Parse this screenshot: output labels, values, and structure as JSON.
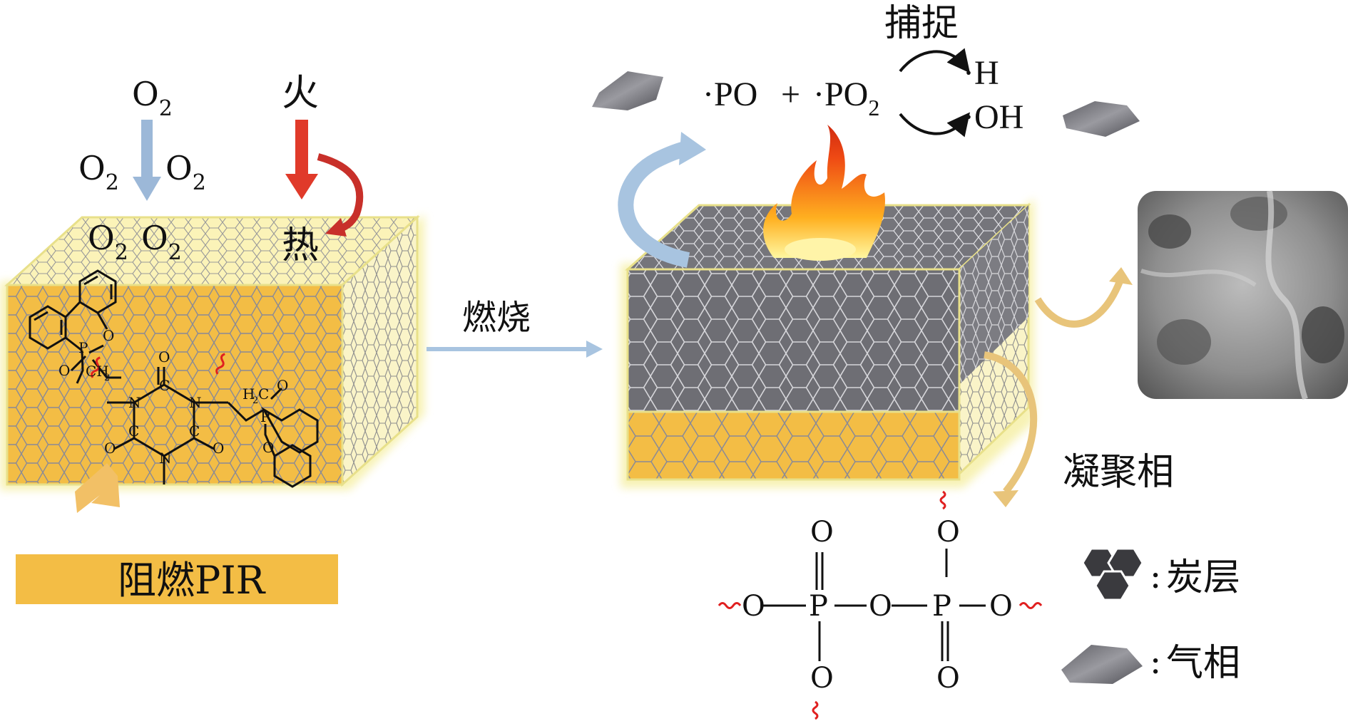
{
  "left_block": {
    "o2_main": "O",
    "o2_sub": "2",
    "fire_label": "火",
    "heat_label": "热",
    "banner_label": "阻燃PIR"
  },
  "molecule": {
    "atom_P": "P",
    "atom_O": "O",
    "atom_N": "N",
    "atom_C": "C",
    "group_CH2": "CH",
    "group_CH2_sub": "2",
    "group_H2C": "H",
    "group_H2C_sub": "2",
    "group_H2C_tail": "C"
  },
  "process": {
    "arrow_label": "燃烧"
  },
  "gas_phase": {
    "capture_label": "捕捉",
    "radical_po": "·PO",
    "plus": "+",
    "radical_po2": "·PO",
    "radical_po2_sub": "2",
    "radical_h": "·H",
    "radical_oh": "·OH"
  },
  "right_block": {
    "condensed_label": "凝聚相"
  },
  "pyrophosphate": {
    "atom_O": "O",
    "atom_P": "P"
  },
  "legend": {
    "separator": ":",
    "char_layer_label": "炭层",
    "gas_phase_label": "气相"
  },
  "colors": {
    "foam_yellow": "#f3bd45",
    "foam_glow": "#f6f0a8",
    "char_gray": "#6e6e74",
    "o2_arrow": "#9cb8d8",
    "fire_arrow": "#e03a2a",
    "wavy_red": "#e02020",
    "flow_arrow": "#a8c4e0",
    "condensed_arrow": "#e8c47a"
  }
}
